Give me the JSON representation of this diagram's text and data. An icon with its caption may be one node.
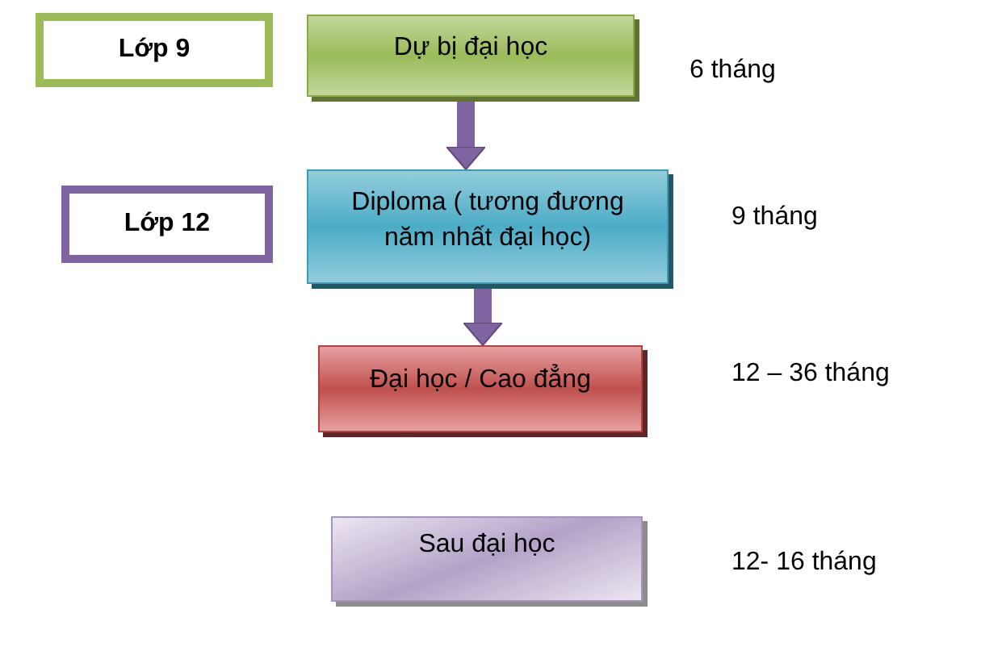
{
  "diagram": {
    "nodes": [
      {
        "text": [
          "Lớp 9"
        ]
      },
      {
        "text": [
          "Dự bị đại học"
        ],
        "beside": [
          "6 tháng"
        ]
      },
      {
        "text": [
          "Lớp 12"
        ]
      },
      {
        "text": [
          "Diploma ( tương đương năm nhất đại học)"
        ],
        "beside": [
          "9 tháng"
        ]
      },
      {
        "text": [
          "Đại học / Cao đẳng"
        ],
        "beside": [
          "12 – 36 tháng"
        ]
      },
      {
        "text": [
          "Sau đại học"
        ],
        "beside": [
          "12- 16 tháng"
        ]
      }
    ],
    "edges": [
      {
        "from": 1,
        "to": 3,
        "arrow": "to"
      },
      {
        "from": 3,
        "to": 4,
        "arrow": "to"
      }
    ]
  }
}
